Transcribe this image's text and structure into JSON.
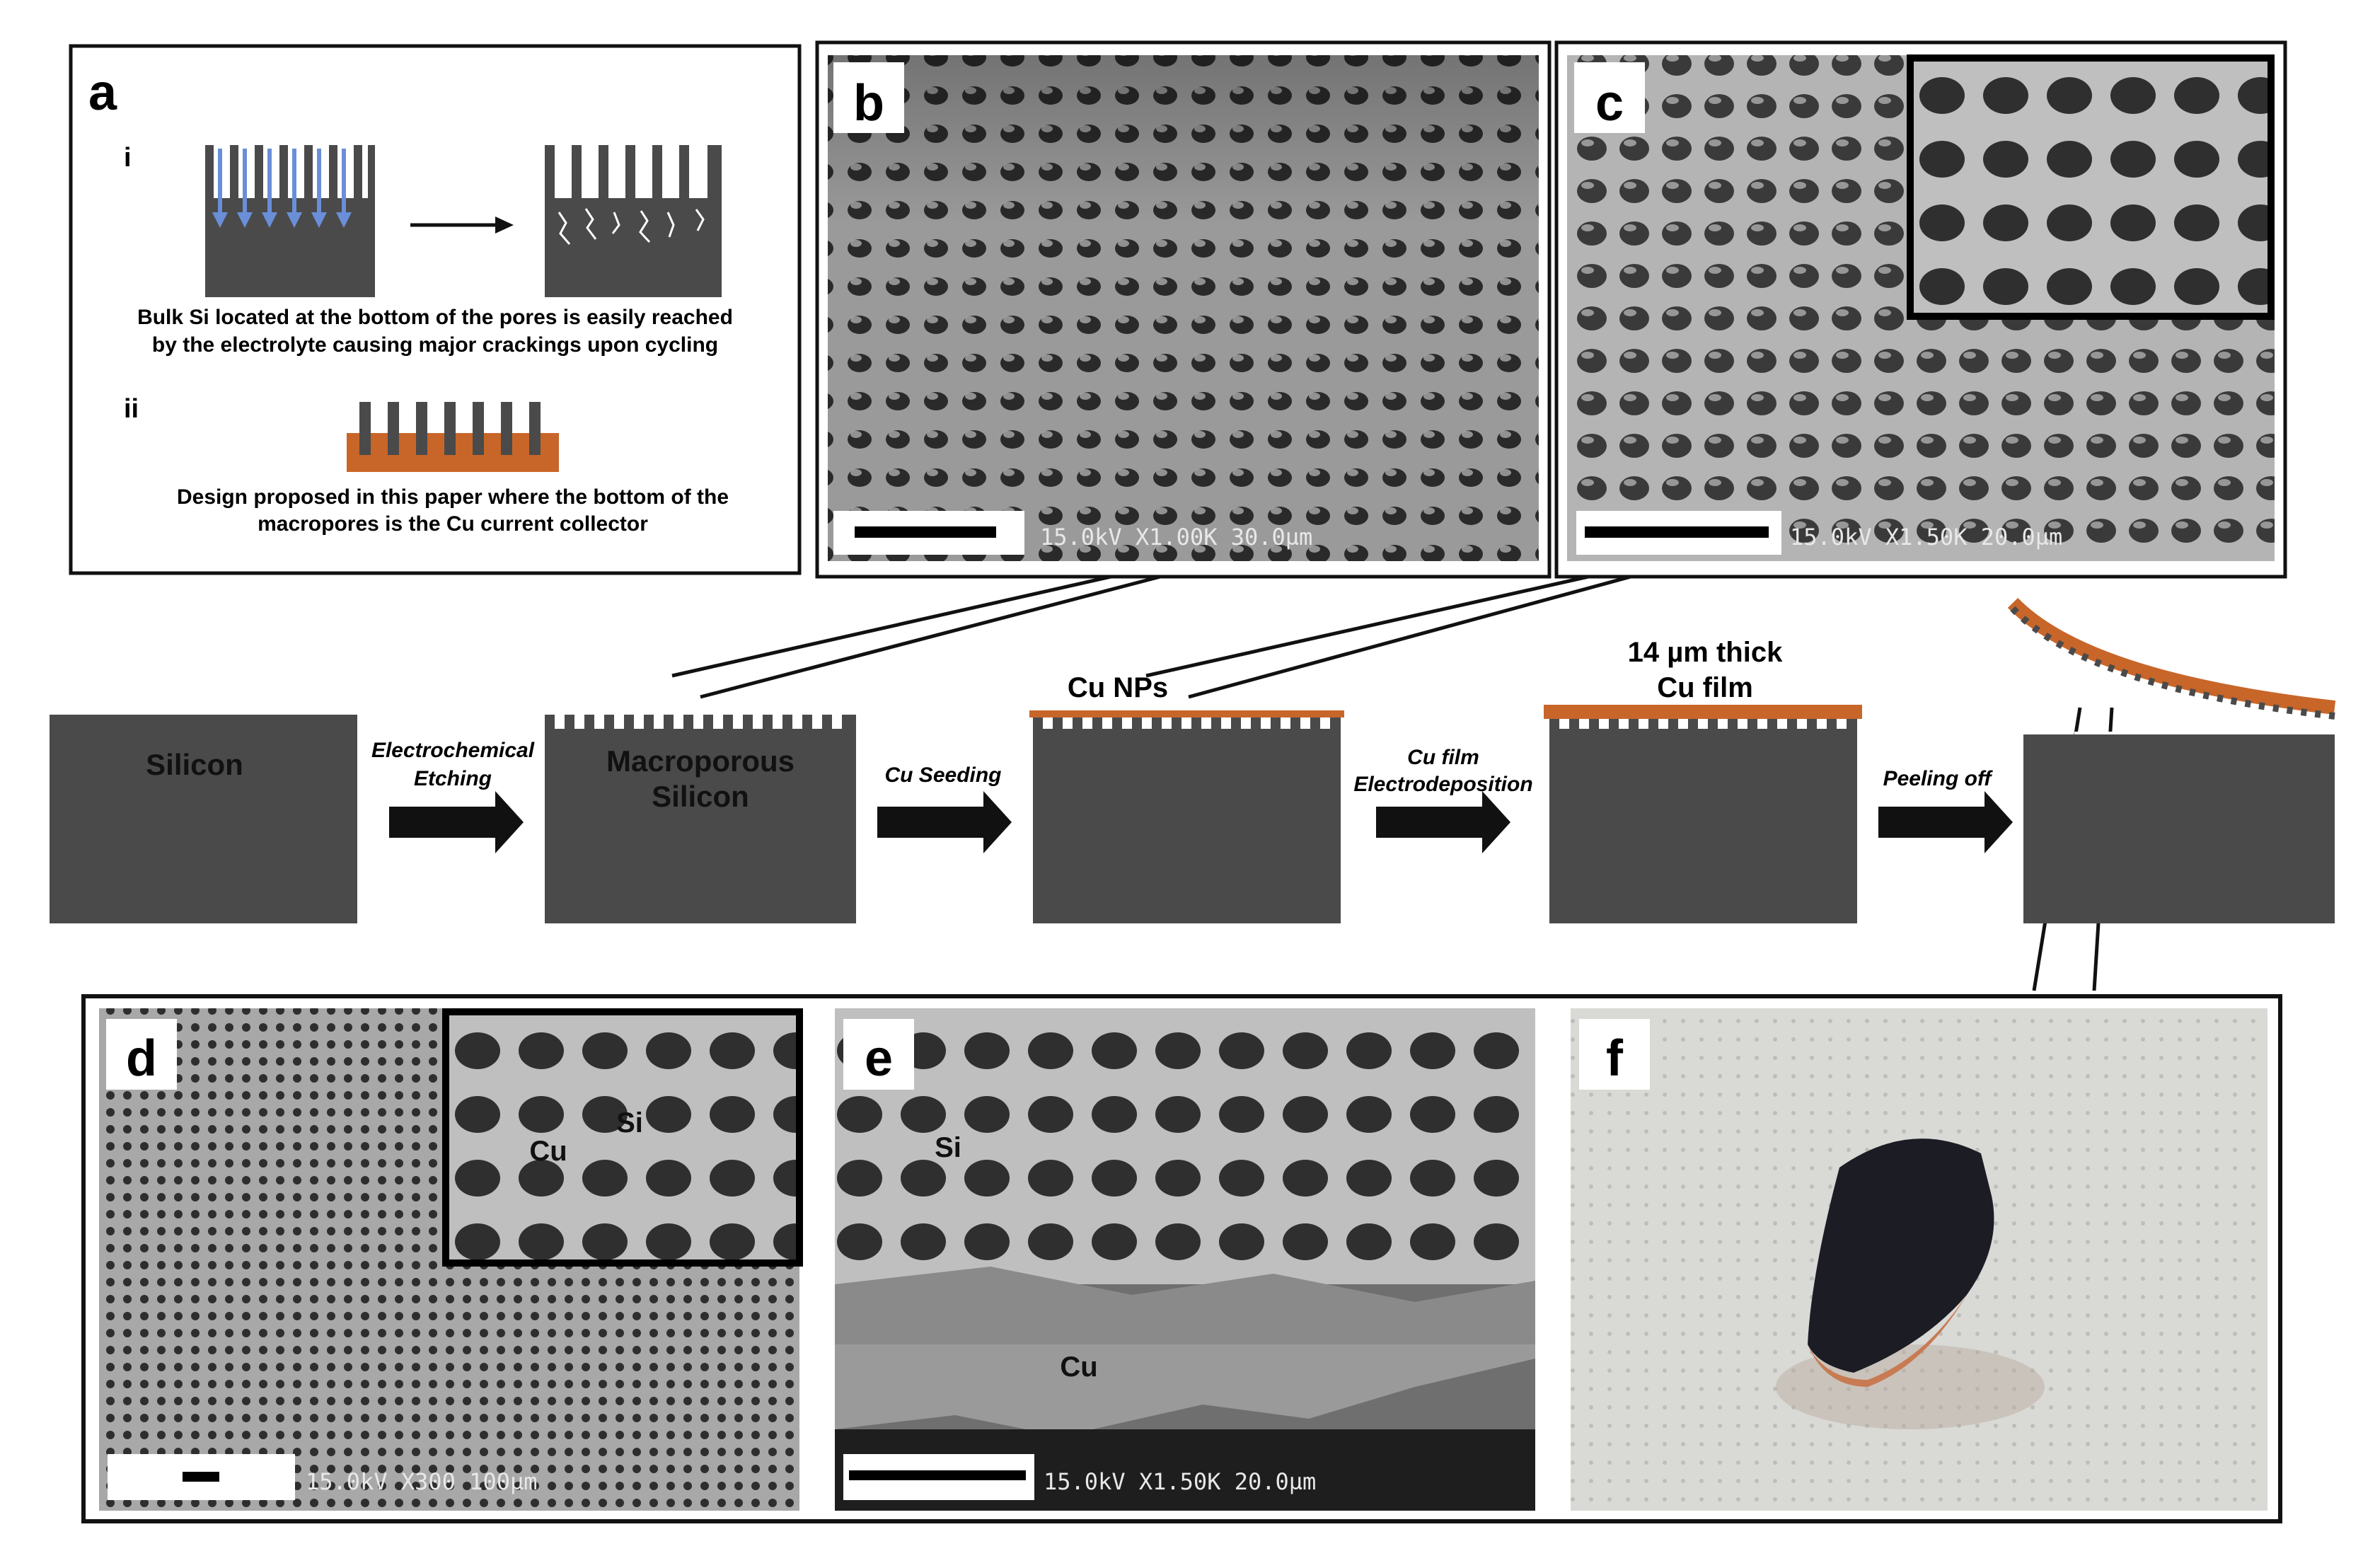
{
  "panels": {
    "a": {
      "label": "a",
      "sub_i": "i",
      "sub_ii": "ii",
      "caption_i_line1": "Bulk Si located at the bottom of the pores is easily reached",
      "caption_i_line2": "by the electrolyte causing major crackings upon cycling",
      "caption_ii_line1": "Design proposed in this paper where the bottom of the",
      "caption_ii_line2": "macropores is the Cu current collector"
    },
    "b": {
      "label": "b",
      "sem_info": "15.0kV X1.00K 30.0µm"
    },
    "c": {
      "label": "c",
      "sem_info": "15.0kV X1.50K 20.0µm"
    },
    "d": {
      "label": "d",
      "sem_info": "15.0kV X300 100µm",
      "inset_si": "Si",
      "inset_cu": "Cu"
    },
    "e": {
      "label": "e",
      "sem_info": "15.0kV X1.50K 20.0µm",
      "si": "Si",
      "cu": "Cu"
    },
    "f": {
      "label": "f"
    }
  },
  "process": {
    "step1_label": "Silicon",
    "arrow1_line1": "Electrochemical",
    "arrow1_line2": "Etching",
    "step2_line1": "Macroporous",
    "step2_line2": "Silicon",
    "arrow2_label": "Cu Seeding",
    "cu_nps": "Cu NPs",
    "arrow3_line1": "Cu film",
    "arrow3_line2": "Electrodeposition",
    "film_line1": "14 µm thick",
    "film_line2": "Cu film",
    "arrow4_label": "Peeling off"
  },
  "colors": {
    "silicon": "#4a4a4a",
    "copper": "#c8662a",
    "electrolyte": "#6a8fd8",
    "border": "#111111"
  }
}
